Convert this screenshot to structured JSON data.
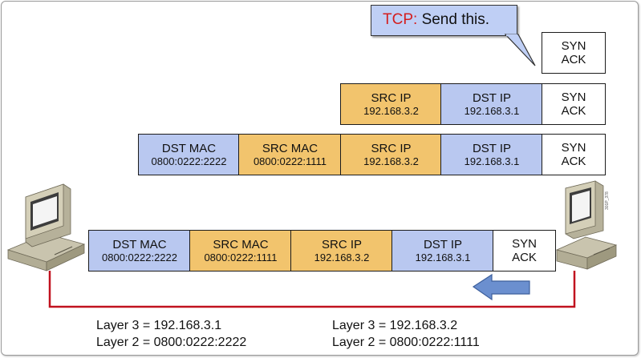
{
  "callout": {
    "label": "TCP:",
    "text": "Send this.",
    "label_color": "#d41e1e",
    "fill": "#bfcff5"
  },
  "segment": {
    "flags_line1": "SYN",
    "flags_line2": "ACK"
  },
  "ip": {
    "src_label": "SRC IP",
    "src_value": "192.168.3.2",
    "dst_label": "DST IP",
    "dst_value": "192.168.3.1"
  },
  "mac": {
    "dst_label": "DST MAC",
    "dst_value": "0800:0222:2222",
    "src_label": "SRC MAC",
    "src_value": "0800:0222:1111"
  },
  "hosts": {
    "left": {
      "layer3": "Layer 3 = 192.168.3.1",
      "layer2": "Layer 2 = 0800:0222:2222"
    },
    "right": {
      "layer3": "Layer 3 = 192.168.3.2",
      "layer2": "Layer 2 = 0800:0222:1111"
    }
  },
  "figure_id": "301P_378",
  "colors": {
    "address_dst": "#b9c8f0",
    "address_src": "#f2c46d",
    "link": "#c1121f",
    "arrow": "#6b8fcf"
  },
  "icons": {
    "computer": "desktop-computer-icon",
    "direction": "left-arrow-icon"
  }
}
